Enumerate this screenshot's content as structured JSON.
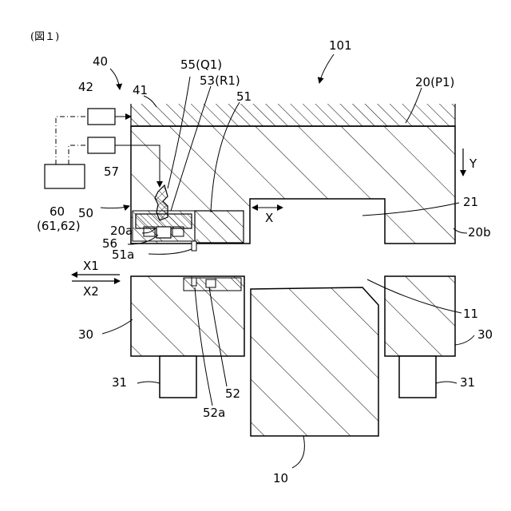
{
  "figure_label": "(図１)",
  "labels": {
    "l101": "101",
    "l40": "40",
    "l42": "42",
    "l41": "41",
    "l55": "55(Q1)",
    "l53": "53(R1)",
    "l51": "51",
    "l20": "20(P1)",
    "l57": "57",
    "lY": "Y",
    "l60": "60",
    "l6162": "(61,62)",
    "l50": "50",
    "lX": "X",
    "l21": "21",
    "l20a": "20a",
    "l20b": "20b",
    "l56": "56",
    "l51a": "51a",
    "lX1": "X1",
    "lX2": "X2",
    "l11": "11",
    "l30L": "30",
    "l30R": "30",
    "l31L": "31",
    "l31R": "31",
    "l52": "52",
    "l52a": "52a",
    "l10": "10"
  }
}
